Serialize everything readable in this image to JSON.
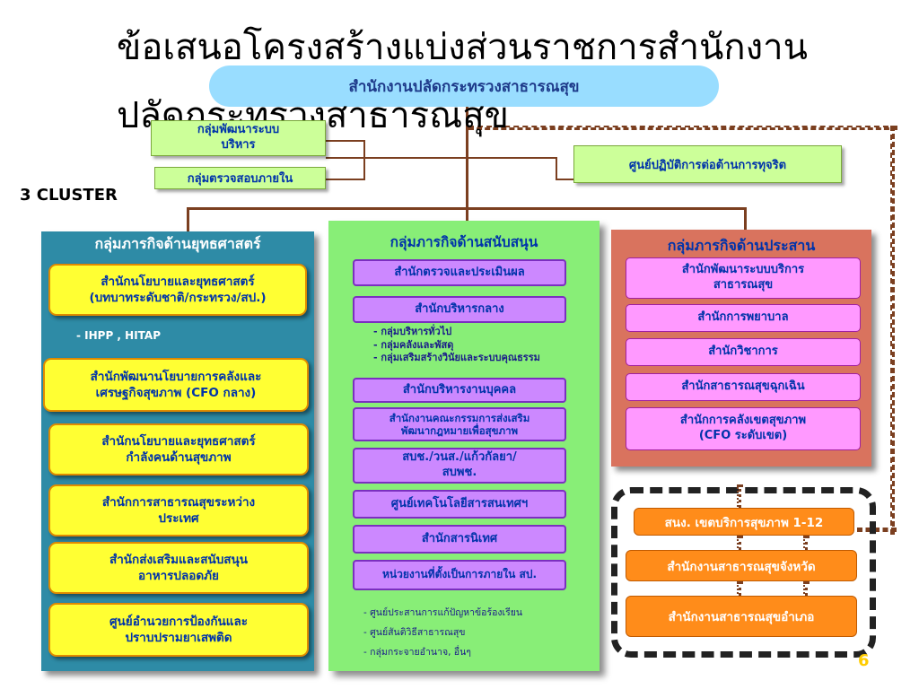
{
  "title": {
    "line1": "ข้อเสนอโครงสร้างแบ่งส่วนราชการสำนักงาน",
    "line2": "ปลัดกระทรวงสาธารณสุข"
  },
  "top_unit": "สำนักงานปลัดกระทรวงสาธารณสุข",
  "staff_left": [
    {
      "label": "กลุ่มพัฒนาระบบ\nบริหาร"
    },
    {
      "label": "กลุ่มตรวจสอบภายใน"
    }
  ],
  "staff_right": "ศูนย์ปฏิบัติการต่อต้านการทุจริต",
  "cluster_label": "3 CLUSTER",
  "left_column": {
    "title": "กลุ่มภารกิจด้านยุทธศาสตร์",
    "note": "- IHPP , HITAP",
    "items": [
      {
        "label": "สำนักนโยบายและยุทธศาสตร์\n(บทบาทระดับชาติ/กระทรวง/สป.)"
      },
      {
        "label": "สำนักพัฒนานโยบายการคลังและ\nเศรษฐกิจสุขภาพ (CFO กลาง)"
      },
      {
        "label": "สำนักนโยบายและยุทธศาสตร์\nกำลังคนด้านสุขภาพ"
      },
      {
        "label": "สำนักการสาธารณสุขระหว่าง\nประเทศ"
      },
      {
        "label": "สำนักส่งเสริมและสนับสนุน\nอาหารปลอดภัย"
      },
      {
        "label": "ศูนย์อำนวยการป้องกันและ\nปราบปรามยาเสพติด"
      }
    ]
  },
  "middle_column": {
    "title": "กลุ่มภารกิจด้านสนับสนุน",
    "items": [
      {
        "label": "สำนักตรวจและประเมินผล"
      },
      {
        "label": "สำนักบริหารกลาง"
      },
      {
        "label": "สำนักบริหารงานบุคคล"
      },
      {
        "label": "สำนักงานคณะกรรมการส่งเสริม\nพัฒนากฎหมายเพื่อสุขภาพ"
      },
      {
        "label": "สบช./วนส./แก้วกัลยา/\nสบพช."
      },
      {
        "label": "ศูนย์เทคโนโลยีสารสนเทศฯ"
      },
      {
        "label": "สำนักสารนิเทศ"
      },
      {
        "label": "หน่วยงานที่ตั้งเป็นการภายใน สป."
      }
    ],
    "admin_subgroups": [
      "- กลุ่มบริหารทั่วไป",
      "- กลุ่มคลังและพัสดุ",
      "- กลุ่มเสริมสร้างวินัยและระบบคุณธรรม"
    ],
    "internal_units": [
      "- ศูนย์ประสานการแก้ปัญหาข้อร้องเรียน",
      "- ศูนย์สันติวิธีสาธารณสุข",
      "- กลุ่มกระจายอำนาจ, อื่นๆ"
    ]
  },
  "right_column": {
    "title": "กลุ่มภารกิจด้านประสาน",
    "items": [
      {
        "label": "สำนักพัฒนาระบบบริการ\nสาธารณสุข"
      },
      {
        "label": "สำนักการพยาบาล"
      },
      {
        "label": "สำนักวิชาการ"
      },
      {
        "label": "สำนักสาธารณสุขฉุกเฉิน"
      },
      {
        "label": "สำนักการคลังเขตสุขภาพ\n(CFO ระดับเขต)"
      }
    ]
  },
  "regional_units": [
    {
      "label": "สนง. เขตบริการสุขภาพ 1-12"
    },
    {
      "label": "สำนักงานสาธารณสุขจังหวัด"
    },
    {
      "label": "สำนักงานสาธารณสุขอำเภอ"
    }
  ],
  "page_number": "6",
  "colors": {
    "top_unit_bg": "#99ddff",
    "strategy_bg": "#2e8ba6",
    "support_bg": "#88ee77",
    "coordination_bg": "#d9735e",
    "yellow_box": "#ffff33",
    "violet_box": "#cc88ff",
    "pink_box": "#ff99ff",
    "orange_box": "#ff8c1a",
    "connector": "#7b3f20",
    "text_blue": "#0033aa"
  }
}
